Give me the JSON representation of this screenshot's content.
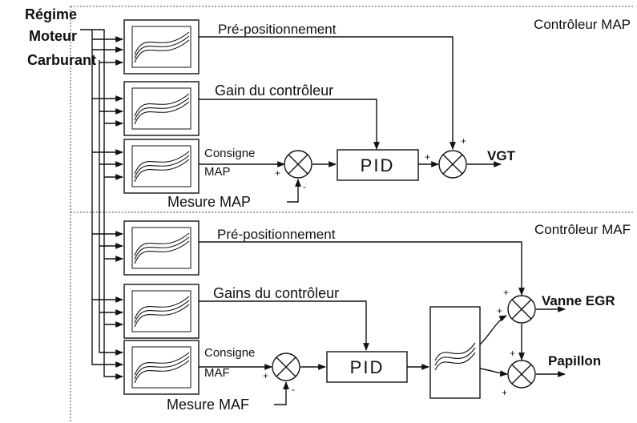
{
  "inputs": {
    "regime": "Régime",
    "moteur": "Moteur",
    "carburant": "Carburant"
  },
  "map_section": {
    "title": "Contrôleur MAP",
    "prepositionnement": "Pré-positionnement",
    "gain": "Gain du contrôleur",
    "consigne": "Consigne",
    "consigne_var": "MAP",
    "mesure": "Mesure MAP",
    "pid": "PID",
    "output": "VGT"
  },
  "maf_section": {
    "title": "Contrôleur MAF",
    "prepositionnement": "Pré-positionnement",
    "gains": "Gains du contrôleur",
    "consigne": "Consigne",
    "consigne_var": "MAF",
    "mesure": "Mesure MAF",
    "pid": "PID",
    "output_egr": "Vanne EGR",
    "output_papillon": "Papillon"
  },
  "signs": {
    "plus": "+",
    "minus": "-"
  }
}
